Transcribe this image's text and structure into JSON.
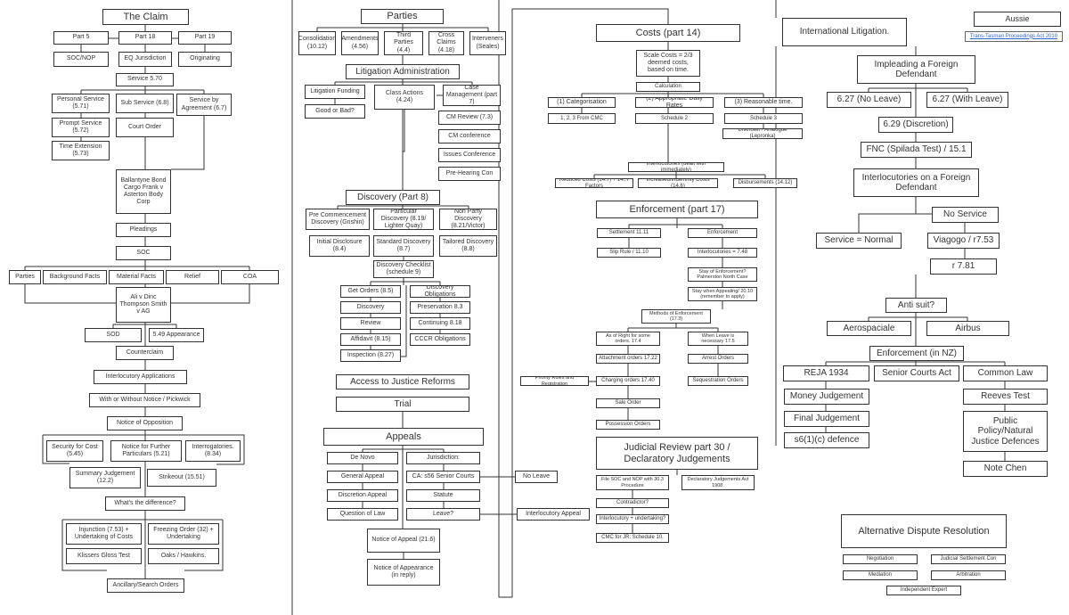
{
  "claim": {
    "title": "The Claim",
    "part5": "Part 5",
    "part18": "Part 18",
    "part19": "Part 19",
    "soc_nop": "SOC/NOP",
    "eq_jurisdiction": "EQ Jurisdiction",
    "originating": "Originating",
    "service": "Service 5.70",
    "personal_service": "Personal Service (5.71)",
    "sub_service": "Sub Service (6.8)",
    "service_by_agreement": "Service by Agreement (6.7)",
    "prompt_service": "Prompt Service (5.72)",
    "court_order": "Court Order",
    "time_extension": "Time Extension (5.73)",
    "cases1": "Ballantyne Bond Cargo Frank v Asterton Body Corp",
    "pleadings": "Pleadings",
    "soc": "SOC",
    "parties": "Parties",
    "background_facts": "Background Facts",
    "material_facts": "Material Facts",
    "relief": "Relief",
    "coa": "COA",
    "cases2": "Ali v Dinc Thompson Smith v AG",
    "sod": "SOD",
    "appearance": "5.49 Appearance",
    "counterclaim": "Counterclaim",
    "interlocutory_applications": "Interlocutory Applications",
    "with_without_notice": "With or Without Notice / Pickwick",
    "notice_of_opposition": "Notice of Opposition",
    "security_for_cost": "Security for Cost (5.45)",
    "notice_further_particulars": "Notice for Further Particulars (5.21)",
    "interrogatories": "Interrogatories. (8.34)",
    "summary_judgement": "Summary Judgement (12.2)",
    "strikeout": "Strikeout (15.51)",
    "whats_difference": "What's the difference?",
    "injunction": "Injunction (7.53) + Undertaking of Costs",
    "freezing_order": "Freezing Order (32) + Undertaking",
    "klissers": "Klissers Gloss Test",
    "oaks": "Oaks / Hawkins.",
    "ancillary": "Ancillary/Search Orders"
  },
  "parties": {
    "title": "Parties",
    "consolidation": "Consolidation (10.12)",
    "amendments": "Amendments (4.56)",
    "third_parties": "Third Parties (4.4)",
    "cross_claims": "Cross Claims (4.18)",
    "interveners": "Interveners (Seales)",
    "litigation_admin": "Litigation Administration",
    "litigation_funding": "Litigation Funding",
    "good_or_bad": "Good or Bad?",
    "class_actions": "Class Actions (4.24)",
    "case_management": "Case Management (part 7)",
    "cm_review": "CM Review (7.3)",
    "cm_conference": "CM conference",
    "issues_conference": "Issues Conference",
    "pre_hearing": "Pre-Hearing Con",
    "discovery": "Discovery (Part 8)",
    "pre_commencement": "Pre Commencement Discovery (Grishin)",
    "particular_discovery": "Particular Discovery (8.19/ Lighter Quay)",
    "non_party": "Non Party Discovery (8.21/Victor)",
    "initial_disclosure": "Initial Disclosure (8.4)",
    "standard_discovery": "Standard Discovery (8.7)",
    "tailored_discovery": "Tailored Discovery (8.8)",
    "discovery_checklist": "Discovery Checklist (schedule 9)",
    "get_orders": "Get Orders (8.5)",
    "discovery_item": "Discovery",
    "review": "Review",
    "affidavit": "Affidavit (8.15)",
    "inspection": "Inspection (8.27)",
    "discovery_obligations": "Discovery Obligations",
    "preservation": "Preservation 8.3",
    "continuing": "Continuing 8.18",
    "cccr": "CCCR Obligations",
    "access_to_justice": "Access to Justice Reforms",
    "trial": "Trial",
    "appeals": "Appeals",
    "de_novo": "De Novo",
    "jurisdiction": "Jurisdiction:",
    "general_appeal": "General Appeal",
    "ca_senior": "CA: s56 Senior Courts",
    "discretion_appeal": "Discretion Appeal",
    "statute": "Statute",
    "question_of_law": "Question of Law",
    "leave": "Leave?",
    "no_leave": "No Leave",
    "interlocutory_appeal": "Interlocutory Appeal",
    "notice_of_appeal": "Notice of Appeal (21.6)",
    "notice_of_appearance": "Notice of Appearance (in reply)"
  },
  "costs": {
    "title": "Costs (part 14)",
    "scale_costs": "Scale Costs = 2/3 deemed costs, based on time.",
    "calculation": "Calculation",
    "categorisation": "(1) Categorisation",
    "daily_rates": "(2) Appropriate Daily Rates",
    "reasonable_time": "(3) Reasonable time.",
    "from_cmc": "1, 2, 3 From CMC",
    "schedule2": "Schedule 2",
    "schedule3": "Schedule 3",
    "unknown_analogue": "Unknown? Analogue (Lepronka)",
    "interlocutories": "Interlocutories (dealt with immediately)",
    "reduced_costs": "Reduced Costs (14.7) + 14..7 Factors",
    "increased_costs": "Increased/Indemnity Costs (14.6)",
    "disbursements": "Disbursements (14.12)"
  },
  "enforcement": {
    "title": "Enforcement (part 17)",
    "settlement": "Settlement 11.11",
    "enforcement": "Enforcement",
    "slip_rule": "Slip Rule / 11.10",
    "interlocutories_748": "Interlocutories = 7.48",
    "stay": "Stay of Enforcement? Palmerston North Case",
    "stay_appealing": "Stay when Appealing/ 20.10 (remember to apply)",
    "methods": "Methods of Enforcement (17.3)",
    "as_of_right": "As of Right for some orders. 17.4",
    "when_leave": "When Leave is necessary 17.5",
    "attachment": "Attachment orders 17.22",
    "arrest_orders": "Arrest Orders",
    "priority": "Priority Rules and Registration",
    "charging": "Charging orders 17.40",
    "sequestration": "Sequestration Orders",
    "sale_order": "Sale Order",
    "possession": "Possession Orders"
  },
  "judicial_review": {
    "title": "Judicial Review part 30 / Declaratory Judgements",
    "file_soc": "File SOC and NOP with 30.3 Procedure",
    "declaratory_act": "Declaratory Judgements Act 1908.",
    "contradictor": "Contradictor?",
    "interlocutory_undertaking": "Interlocutory + undertaking?",
    "cmc_jr": "CMC for JR: Schedule 10."
  },
  "international": {
    "title": "International Litigation.",
    "aussie": "Aussie",
    "trans_tasman": "Trans-Tasman Proceedings Act 2010",
    "impleading": "Impleading a Foreign Defendant",
    "no_leave": "6.27 (No Leave)",
    "with_leave": "6.27 (With Leave)",
    "discretion": "6.29 (Discretion)",
    "fnc": "FNC (Spilada Test) / 15.1",
    "interlocutories_foreign": "Interlocutories on a Foreign Defendant",
    "no_service": "No Service",
    "service_normal": "Service = Normal",
    "viagogo": "Viagogo / r7.53",
    "r781": "r 7.81",
    "anti_suit": "Anti suit?",
    "aerospaciale": "Aerospaciale",
    "airbus": "Airbus",
    "enforcement_nz": "Enforcement (in NZ)",
    "reja": "REJA 1934",
    "senior_courts": "Senior Courts Act",
    "common_law": "Common Law",
    "money_judgement": "Money Judgement",
    "reeves": "Reeves Test",
    "final_judgement": "Final Judgement",
    "public_policy": "Public Policy/Natural Justice Defences",
    "s6_defence": "s6(1)(c) defence",
    "note_chen": "Note Chen"
  },
  "adr": {
    "title": "Alternative Dispute Resolution",
    "negotiation": "Negotiation",
    "judicial_settlement": "Judicial Settlement Con",
    "mediation": "Mediation",
    "arbitration": "Arbitration",
    "independent_expert": "Independent Expert"
  }
}
